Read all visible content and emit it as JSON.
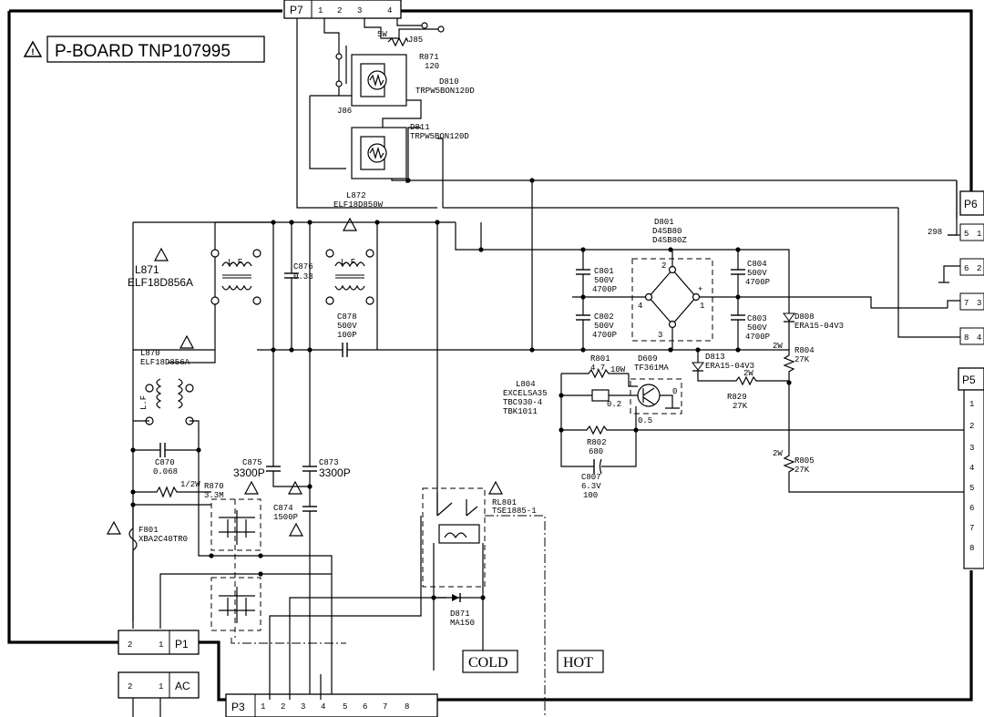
{
  "board": {
    "title": "P-BOARD TNP107995",
    "warning_symbol": "warning-triangle-icon"
  },
  "zones": {
    "cold": "COLD",
    "hot": "HOT"
  },
  "wire_label_298": "298",
  "connectors": {
    "p7": {
      "name": "P7",
      "pins": [
        "1",
        "2",
        "3",
        "4"
      ]
    },
    "p6": {
      "name": "P6",
      "pins": [
        "5",
        "1",
        "6",
        "2",
        "7",
        "3",
        "8",
        "4"
      ]
    },
    "p5": {
      "name": "P5",
      "pins": [
        "1",
        "2",
        "3",
        "4",
        "5",
        "6",
        "7",
        "8"
      ]
    },
    "p1": {
      "name": "P1",
      "pins": [
        "2",
        "1"
      ]
    },
    "ac": {
      "name": "AC",
      "pins": [
        "2",
        "1"
      ]
    },
    "p3": {
      "name": "P3",
      "pins": [
        "1",
        "2",
        "3",
        "4",
        "5",
        "6",
        "7",
        "8"
      ]
    }
  },
  "components": {
    "j85": "J85",
    "j86": "J86",
    "r871": {
      "ref": "R871",
      "value": "120",
      "rating": "5W"
    },
    "d810": {
      "ref": "D810",
      "part": "TRPW5BON120D"
    },
    "d811": {
      "ref": "D811",
      "part": "TRPW5BON120D"
    },
    "l872": {
      "ref": "L872",
      "part": "ELF18D850W"
    },
    "l871": {
      "ref": "L871",
      "part": "ELF18D856A"
    },
    "l870": {
      "ref": "L870",
      "part": "ELF18D856A"
    },
    "lf_label": "L.F",
    "c876": {
      "ref": "C876",
      "value": "0.33"
    },
    "c878": {
      "ref": "C878",
      "rating": "500V",
      "value": "100P"
    },
    "c870": {
      "ref": "C870",
      "value": "0.068"
    },
    "r870": {
      "ref": "R870",
      "value": "3.3M",
      "rating": "1/2W"
    },
    "f801": {
      "ref": "F801",
      "part": "XBA2C40TR0"
    },
    "c875": {
      "ref": "C875",
      "value": "3300P"
    },
    "c873": {
      "ref": "C873",
      "value": "3300P"
    },
    "c874": {
      "ref": "C874",
      "value": "1500P"
    },
    "d801": {
      "ref": "D801",
      "part1": "D4SB80",
      "part2": "D4SB80Z"
    },
    "c801": {
      "ref": "C801",
      "rating": "500V",
      "value": "4700P"
    },
    "c802": {
      "ref": "C802",
      "rating": "500V",
      "value": "4700P"
    },
    "c803": {
      "ref": "C803",
      "rating": "500V",
      "value": "4700P"
    },
    "c804": {
      "ref": "C804",
      "rating": "500V",
      "value": "4700P"
    },
    "d808": {
      "ref": "D808",
      "part": "ERA15-04V3"
    },
    "d813": {
      "ref": "D813",
      "part": "ERA15-04V3"
    },
    "r804": {
      "ref": "R804",
      "value": "27K",
      "rating": "2W"
    },
    "r805": {
      "ref": "R805",
      "value": "27K",
      "rating": "2W"
    },
    "r829": {
      "ref": "R829",
      "value": "27K",
      "rating": "2W"
    },
    "r801": {
      "ref": "R801",
      "value": "4.7",
      "rating": "10W"
    },
    "d609": {
      "ref": "D609",
      "part": "TF361MA"
    },
    "l804": {
      "ref": "L804",
      "part1": "EXCELSA35",
      "part2": "TBC930-4",
      "part3": "TBK1011"
    },
    "thermistor_value": "0.2",
    "d609_pin_0": "0",
    "d609_pin_05": "0.5",
    "r802": {
      "ref": "R802",
      "value": "680"
    },
    "c807": {
      "ref": "C807",
      "rating": "6.3V",
      "value": "100"
    },
    "rl801": {
      "ref": "RL801",
      "part": "TSE1885-1"
    },
    "d871": {
      "ref": "D871",
      "part": "MA150"
    },
    "bridge_pins": [
      "2",
      "4",
      "1",
      "3"
    ],
    "polarity_plus": "+"
  }
}
